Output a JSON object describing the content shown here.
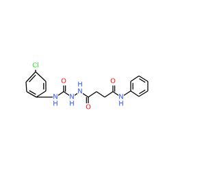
{
  "molecule": {
    "colors": {
      "bond": "#000000",
      "N": "#3050F8",
      "O": "#FF0D0D",
      "Cl": "#1FF01F",
      "background": "#FFFFFF"
    },
    "atom_labels": {
      "chlorine": "Cl",
      "urea_nh_aryl": "N",
      "urea_nh_aryl_h": "H",
      "urea_o": "O",
      "hydrazide_n1": "N",
      "hydrazide_n1_h": "H",
      "hydrazide_n2": "N",
      "hydrazide_n2_h": "H",
      "succinyl_o1": "O",
      "succinyl_o2": "O",
      "anilide_n": "N",
      "anilide_n_h": "H"
    }
  }
}
